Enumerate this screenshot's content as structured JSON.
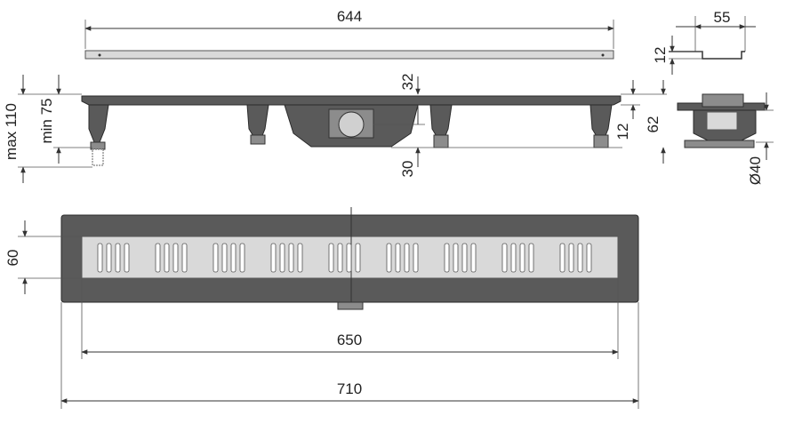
{
  "colors": {
    "body": "#5a5a5a",
    "grate": "#d9d9d9",
    "line": "#333333"
  },
  "dimensions": {
    "grate_length": "644",
    "grate_height": "12",
    "grate_width": "55",
    "max_height": "max 110",
    "min_height": "min 75",
    "flange_to_outlet": "32",
    "outlet_drop": "30",
    "flange_thickness": "12",
    "body_height": "62",
    "outlet_diameter": "Ø40",
    "channel_width": "60",
    "grate_span": "650",
    "overall_length": "710"
  }
}
